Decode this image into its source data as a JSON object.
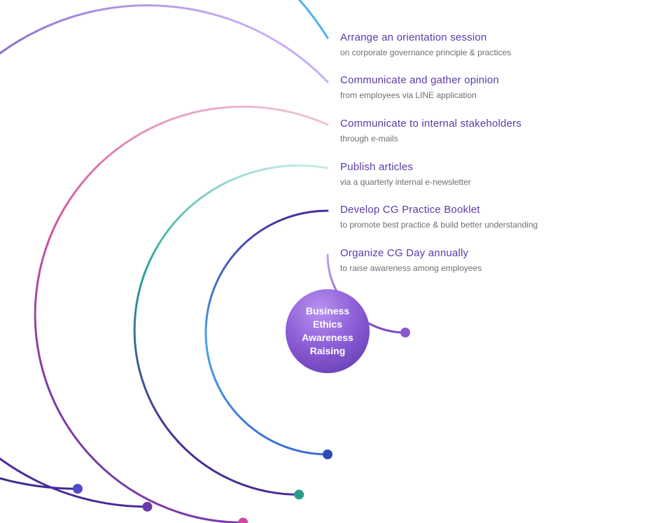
{
  "items": [
    {
      "title": "Arrange an orientation session",
      "subtitle": "on corporate governance principle & practices",
      "colors": [
        "#3b2a8f",
        "#49b3ee"
      ],
      "dot_color": "#4d49c8"
    },
    {
      "title": "Communicate and gather opinion",
      "subtitle": "from employees via LINE application",
      "colors": [
        "#4b2a96",
        "#c7aef4"
      ],
      "dot_color": "#6d3aac"
    },
    {
      "title": "Communicate to internal stakeholders",
      "subtitle": "through e-mails",
      "colors": [
        "#7a3aa8",
        "#d95a9e",
        "#f0c1d8"
      ],
      "dot_color": "#cc4a9c"
    },
    {
      "title": "Publish articles",
      "subtitle": "via a quarterly internal e-newsletter",
      "colors": [
        "#4a2a98",
        "#2aa79a",
        "#c4ece5"
      ],
      "dot_color": "#2f9a8a"
    },
    {
      "title": "Develop CG Practice Booklet",
      "subtitle": "to promote best practice & build better understanding",
      "colors": [
        "#3a6ad0",
        "#46a5ea",
        "#4a2c9c"
      ],
      "dot_color": "#2a4bb8"
    },
    {
      "title": "Organize CG Day annually",
      "subtitle": "to raise awareness among employees",
      "colors": [
        "#bfa2f0",
        "#7a4cc8",
        "#7c4ec8"
      ],
      "dot_color": "#8a58cc"
    }
  ],
  "center": {
    "label": "Business\nEthics\nAwareness\nRaising"
  }
}
